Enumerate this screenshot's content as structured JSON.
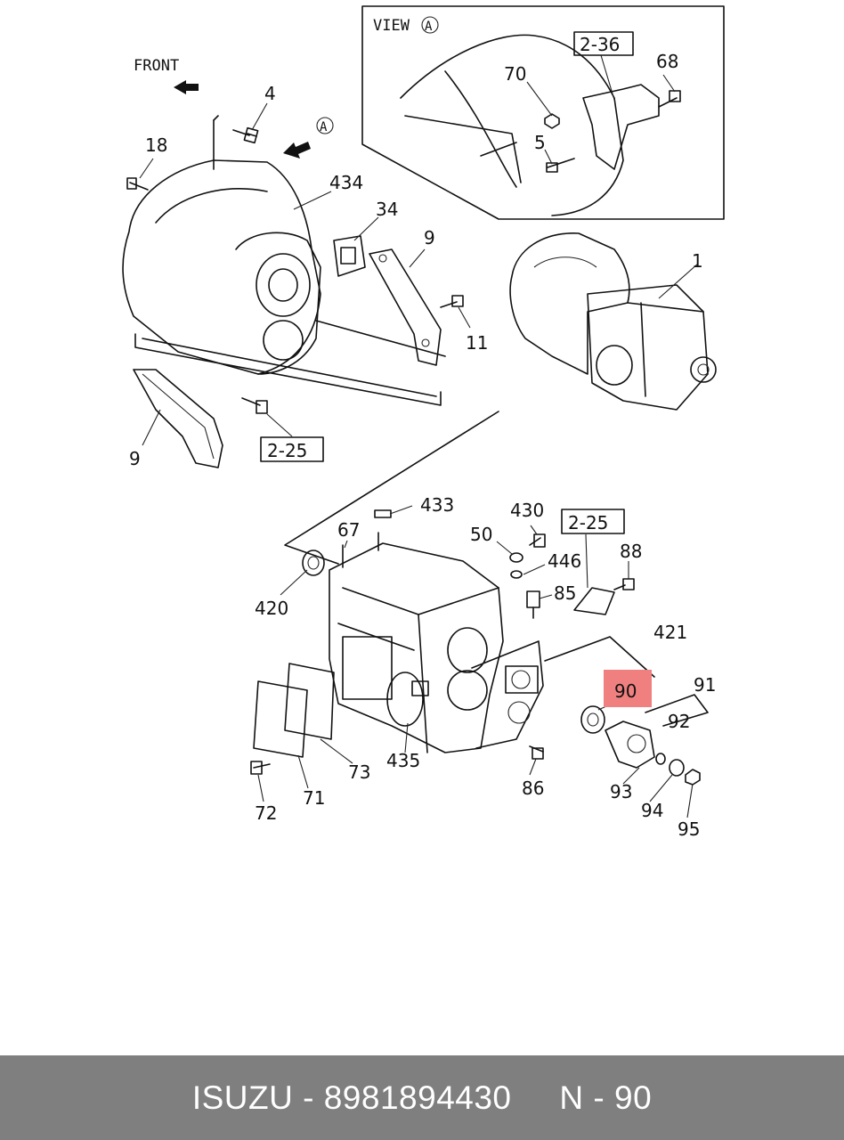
{
  "diagram": {
    "header_labels": {
      "front": "FRONT",
      "view": "VIEW",
      "view_marker": "A",
      "arrow_marker": "A"
    },
    "ref_boxes": [
      "2-36",
      "2-25",
      "2-25"
    ],
    "part_numbers": [
      "1",
      "4",
      "5",
      "9",
      "9",
      "11",
      "18",
      "34",
      "50",
      "67",
      "68",
      "70",
      "71",
      "72",
      "73",
      "85",
      "86",
      "88",
      "90",
      "91",
      "92",
      "93",
      "94",
      "95",
      "420",
      "421",
      "430",
      "433",
      "434",
      "435",
      "446"
    ],
    "highlight_part": "90",
    "highlight_color": "#f08080"
  },
  "footer": {
    "brand": "ISUZU",
    "part_number": "8981894430",
    "ref": "N - 90",
    "text": "ISUZU - 8981894430     N - 90"
  }
}
